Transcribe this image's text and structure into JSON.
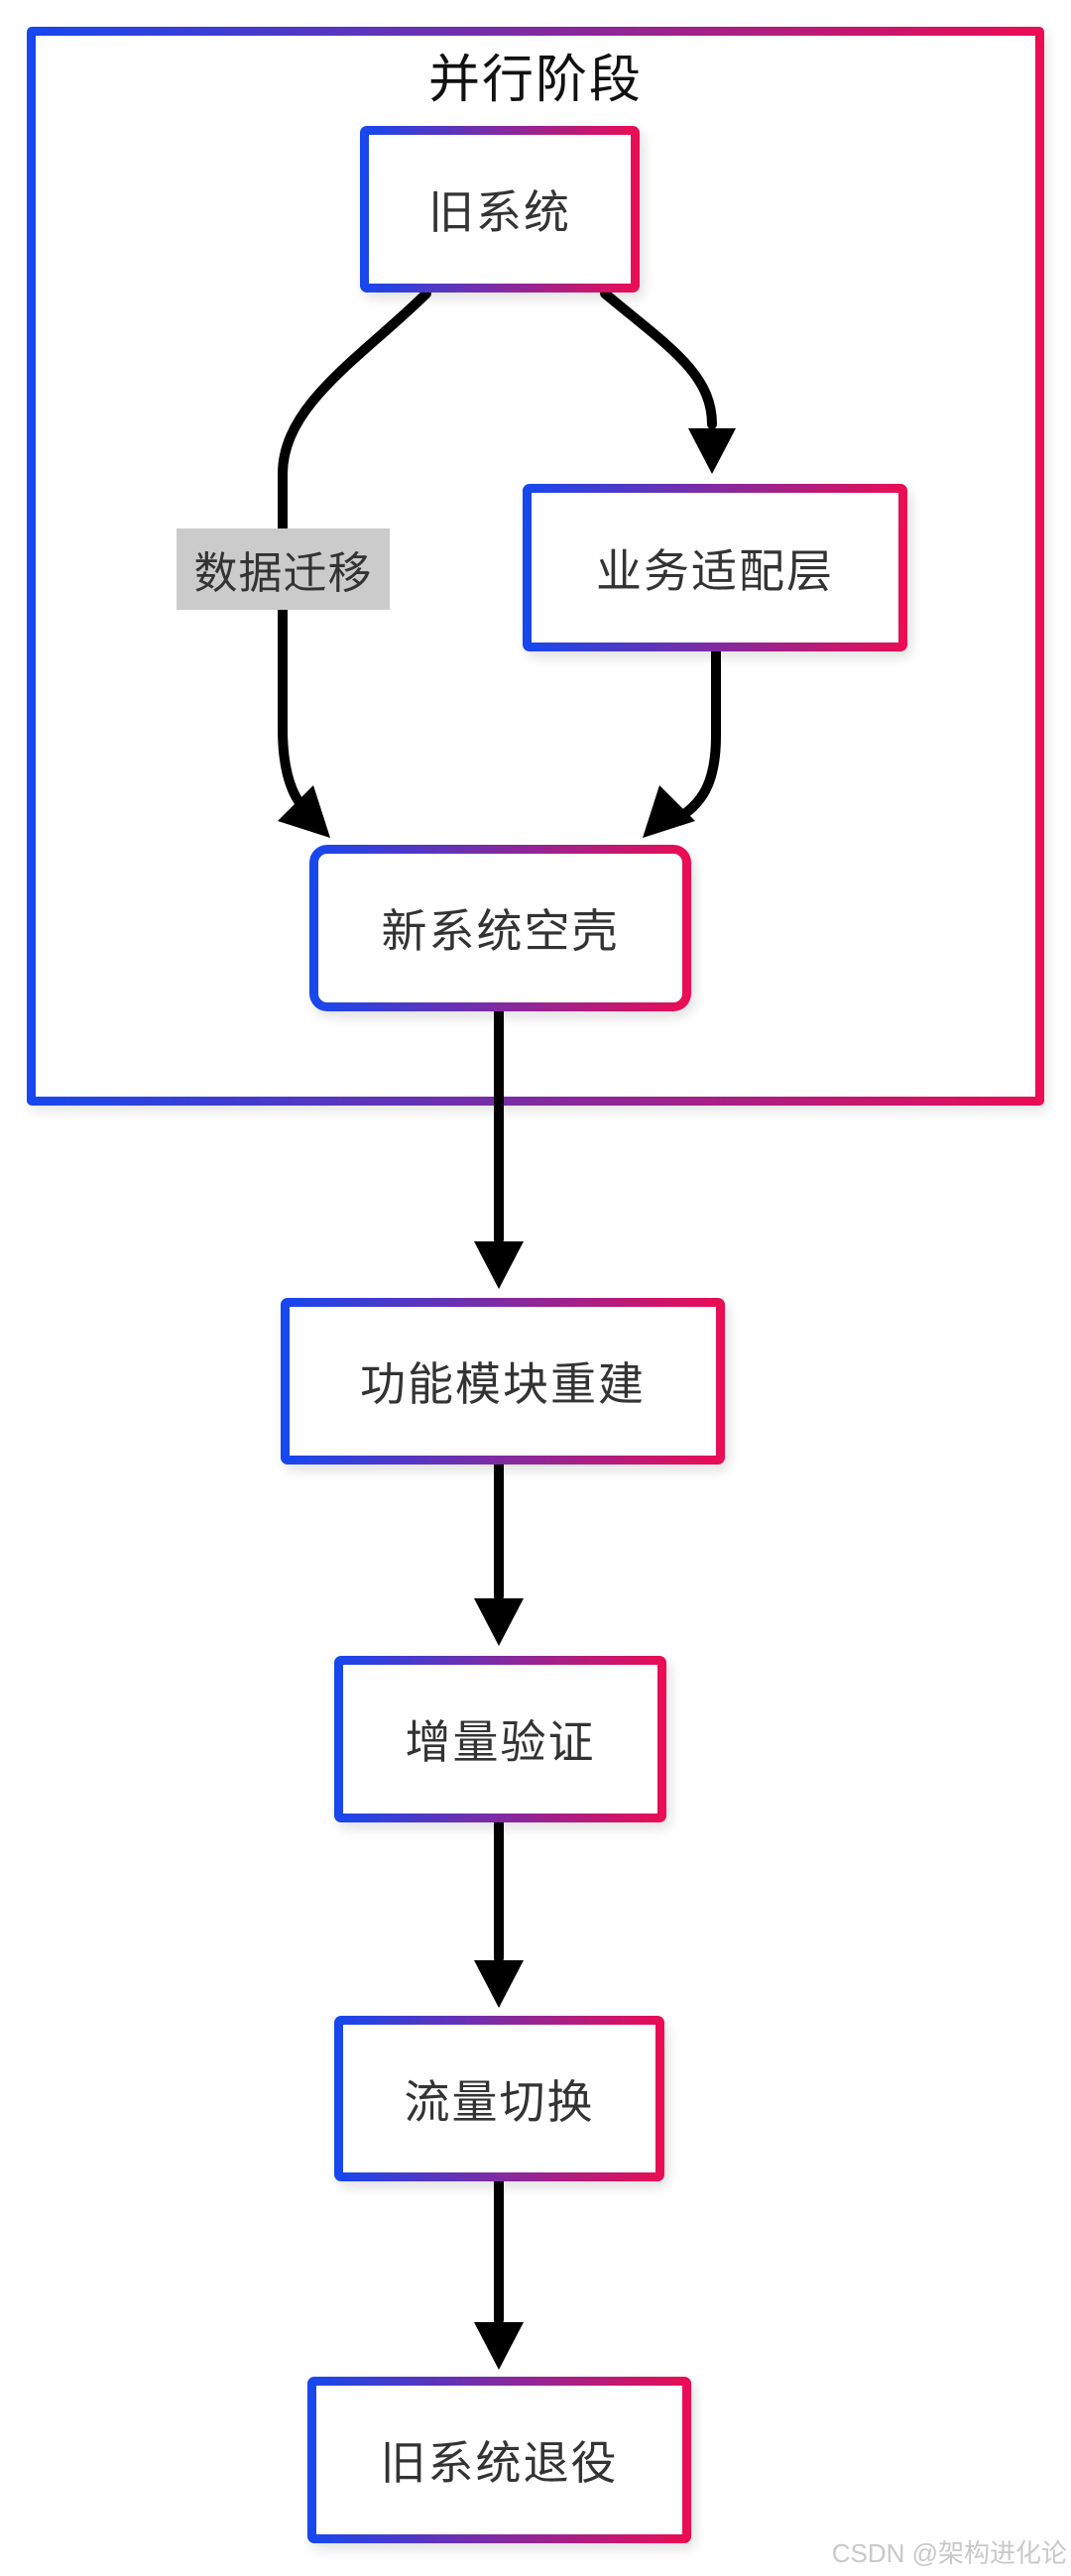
{
  "diagram": {
    "direction": "top-down",
    "subgraph": {
      "label": "并行阶段"
    },
    "nodes": {
      "old_system": {
        "label": "旧系统"
      },
      "adapter": {
        "label": "业务适配层"
      },
      "shell": {
        "label": "新系统空壳"
      },
      "rebuild": {
        "label": "功能模块重建"
      },
      "verify": {
        "label": "增量验证"
      },
      "switch": {
        "label": "流量切换"
      },
      "retire": {
        "label": "旧系统退役"
      }
    },
    "edges": [
      {
        "from": "旧系统",
        "to": "新系统空壳",
        "label": "数据迁移"
      },
      {
        "from": "旧系统",
        "to": "业务适配层",
        "label": ""
      },
      {
        "from": "业务适配层",
        "to": "新系统空壳",
        "label": ""
      },
      {
        "from": "新系统空壳",
        "to": "功能模块重建",
        "label": ""
      },
      {
        "from": "功能模块重建",
        "to": "增量验证",
        "label": ""
      },
      {
        "from": "增量验证",
        "to": "流量切换",
        "label": ""
      },
      {
        "from": "流量切换",
        "to": "旧系统退役",
        "label": ""
      }
    ]
  },
  "watermark": "CSDN @架构进化论",
  "colors": {
    "page-bg": "#ffffff",
    "border-blue": "#1548f0",
    "border-red": "#ec0c53",
    "edge-black": "#000000",
    "node-text": "#333333",
    "title-text": "#111111",
    "edge-label-bg": "#cbcbcb",
    "watermark-gray": "#c9c9c9"
  }
}
